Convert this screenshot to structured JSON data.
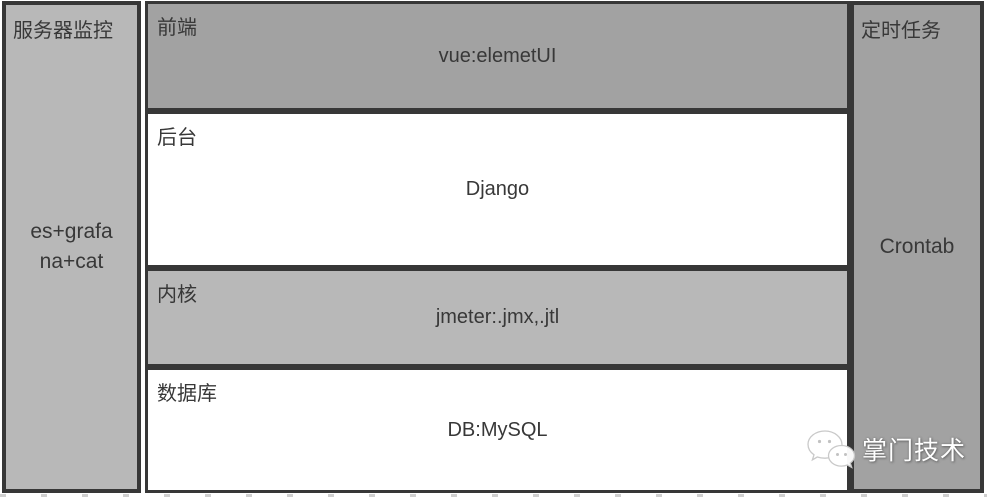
{
  "colors": {
    "border": "#373737",
    "panel_gray_dark": "#a2a2a2",
    "panel_gray_light": "#b8b8b8",
    "block_white": "#ffffff",
    "text": "#383838",
    "watermark_text": "#ffffff"
  },
  "left_panel": {
    "title": "服务器监控",
    "body": "es+grafa\nna+cat"
  },
  "main_blocks": [
    {
      "label": "前端",
      "value": "vue:elemetUI",
      "variant": "gray-dark"
    },
    {
      "label": "后台",
      "value": "Django",
      "variant": "white"
    },
    {
      "label": "内核",
      "value": "jmeter:.jmx,.jtl",
      "variant": "gray-light"
    },
    {
      "label": "数据库",
      "value": "DB:MySQL",
      "variant": "white"
    }
  ],
  "right_panel": {
    "title": "定时任务",
    "body": "Crontab"
  },
  "watermark": {
    "icon": "wechat-icon",
    "text": "掌门技术"
  }
}
